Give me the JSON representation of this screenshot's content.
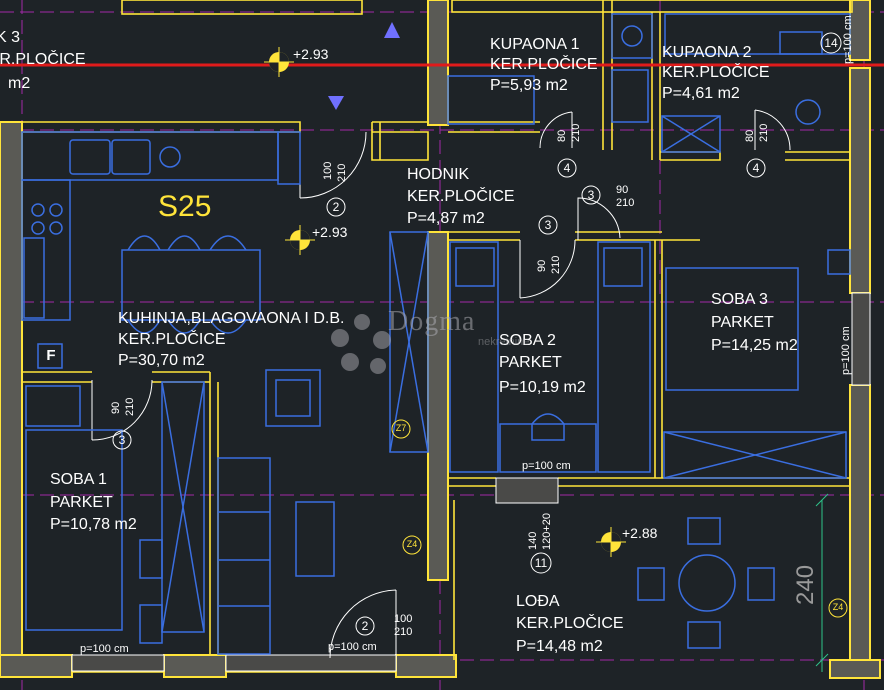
{
  "unit": {
    "code": "S25"
  },
  "rooms": [
    {
      "id": "partial",
      "name": "K 3",
      "floor": "KER.PLOČICE",
      "area": "m2"
    },
    {
      "id": "kupaona1",
      "name": "KUPAONA 1",
      "floor": "KER.PLOČICE",
      "area": "P=5,93 m2"
    },
    {
      "id": "kupaona2",
      "name": "KUPAONA 2",
      "floor": "KER.PLOČICE",
      "area": "P=4,61 m2"
    },
    {
      "id": "hodnik",
      "name": "HODNIK",
      "floor": "KER.PLOČICE",
      "area": "P=4,87 m2"
    },
    {
      "id": "kuhinja",
      "name": "KUHINJA,BLAGOVAONA I D.B.",
      "floor": "KER.PLOČICE",
      "area": "P=30,70 m2"
    },
    {
      "id": "soba1",
      "name": "SOBA 1",
      "floor": "PARKET",
      "area": "P=10,78 m2"
    },
    {
      "id": "soba2",
      "name": "SOBA 2",
      "floor": "PARKET",
      "area": "P=10,19 m2"
    },
    {
      "id": "soba3",
      "name": "SOBA 3",
      "floor": "PARKET",
      "area": "P=14,25 m2"
    },
    {
      "id": "loda",
      "name": "LOĐA",
      "floor": "KER.PLOČICE",
      "area": "P=14,48 m2"
    }
  ],
  "elevations": [
    "+2.93",
    "+2.93",
    "+2.88"
  ],
  "door_tags": {
    "d1": "2",
    "d2": "4",
    "d3": "4",
    "d4": "3",
    "d5": "3",
    "d6": "3",
    "d7": "2",
    "d8": "11",
    "d9": "14"
  },
  "door_dims": {
    "d1a": "100",
    "d1b": "210",
    "d2a": "80",
    "d2b": "210",
    "d3a": "80",
    "d3b": "210",
    "d4a": "90",
    "d4b": "210",
    "d5a": "90",
    "d5b": "210",
    "d6a": "90",
    "d6b": "210",
    "d7a": "100",
    "d7b": "210",
    "d8a": "140",
    "d8b": "120+20"
  },
  "window_labels": {
    "w1": "p=100 cm",
    "w2": "p=100 cm",
    "w3": "p=100 cm",
    "w4": "p=100 cm",
    "w5": "p=100 cm"
  },
  "wall_tags": {
    "z1": "Z7",
    "z2": "Z4",
    "z3": "Z4"
  },
  "fixture_label": "F",
  "dimension": "240",
  "watermark": {
    "brand": "Dogma",
    "sub": "nekretnine"
  },
  "colors": {
    "background": "#1e2327",
    "wall": "#ffe43a",
    "wall_fill": "#5a5a55",
    "furniture": "#3a6ee0",
    "section_line": "#e01b1b",
    "grid": "#b02bb5",
    "dim": "#2ec48a"
  }
}
